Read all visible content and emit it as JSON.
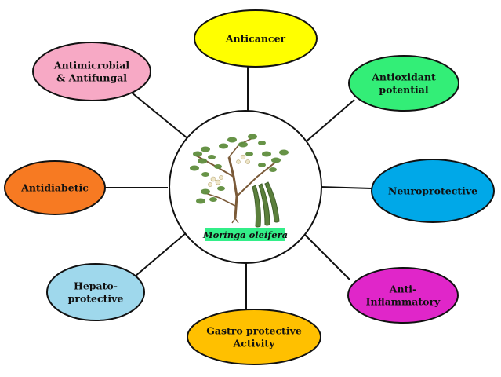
{
  "center": {
    "label": "Moringa oleifera",
    "label_bg_color": "#33ee88",
    "image_icon": "moringa-plant-illustration"
  },
  "nodes": [
    {
      "id": "anticancer",
      "lines": [
        "Anticancer"
      ],
      "color": "#ffff00"
    },
    {
      "id": "antioxidant",
      "lines": [
        "Antioxidant",
        "potential"
      ],
      "color": "#33ee77"
    },
    {
      "id": "neuroprotective",
      "lines": [
        "Neuroprotective"
      ],
      "color": "#00a8e8"
    },
    {
      "id": "anti-inflammatory",
      "lines": [
        "Anti-",
        "Inflammatory"
      ],
      "color": "#e026c9"
    },
    {
      "id": "gastro-protective",
      "lines": [
        "Gastro protective",
        "Activity"
      ],
      "color": "#ffc000"
    },
    {
      "id": "hepatoprotective",
      "lines": [
        "Hepato-",
        "protective"
      ],
      "color": "#9fd8ec"
    },
    {
      "id": "antidiabetic",
      "lines": [
        "Antidiabetic"
      ],
      "color": "#f77a22"
    },
    {
      "id": "antimicrobial",
      "lines": [
        "Antimicrobial",
        "& Antifungal"
      ],
      "color": "#f7a9c5"
    }
  ]
}
